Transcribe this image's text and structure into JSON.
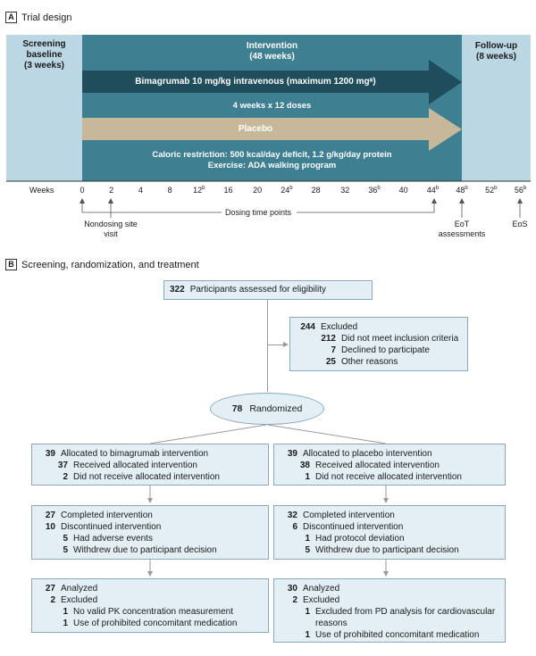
{
  "panel_a": {
    "label_letter": "A",
    "label_text": "Trial design",
    "screening": {
      "title": "Screening baseline",
      "duration": "(3 weeks)"
    },
    "intervention": {
      "title": "Intervention",
      "duration": "(48 weeks)"
    },
    "followup": {
      "title": "Follow-up",
      "duration": "(8 weeks)"
    },
    "drug_arrow": "Bimagrumab 10 mg/kg intravenous (maximum 1200 mgᵃ)",
    "doses_text": "4 weeks x 12 doses",
    "placebo_arrow": "Placebo",
    "caloric_line1": "Caloric restriction: 500 kcal/day deficit, 1.2 g/kg/day protein",
    "caloric_line2": "Exercise: ADA walking program",
    "weeks_label": "Weeks",
    "weeks": [
      {
        "v": "0",
        "sup": ""
      },
      {
        "v": "2",
        "sup": ""
      },
      {
        "v": "4",
        "sup": ""
      },
      {
        "v": "8",
        "sup": ""
      },
      {
        "v": "12",
        "sup": "b"
      },
      {
        "v": "16",
        "sup": ""
      },
      {
        "v": "20",
        "sup": ""
      },
      {
        "v": "24",
        "sup": "b"
      },
      {
        "v": "28",
        "sup": ""
      },
      {
        "v": "32",
        "sup": ""
      },
      {
        "v": "36",
        "sup": "b"
      },
      {
        "v": "40",
        "sup": ""
      },
      {
        "v": "44",
        "sup": "b"
      },
      {
        "v": "48",
        "sup": "b"
      },
      {
        "v": "52",
        "sup": "b"
      },
      {
        "v": "56",
        "sup": "b"
      }
    ],
    "dosing_label": "Dosing time points",
    "nondosing_label": "Nondosing site visit",
    "eot_label": "EoT assessments",
    "eos_label": "EoS"
  },
  "panel_b": {
    "label_letter": "B",
    "label_text": "Screening, randomization, and treatment",
    "assessed": {
      "n": "322",
      "text": "Participants assessed for eligibility"
    },
    "excluded": {
      "n": "244",
      "text": "Excluded",
      "items": [
        {
          "n": "212",
          "text": "Did not meet inclusion criteria"
        },
        {
          "n": "7",
          "text": "Declined to participate"
        },
        {
          "n": "25",
          "text": "Other reasons"
        }
      ]
    },
    "randomized": {
      "n": "78",
      "text": "Randomized"
    },
    "left": {
      "alloc": {
        "n": "39",
        "text": "Allocated to bimagrumab intervention",
        "items": [
          {
            "n": "37",
            "text": "Received allocated intervention"
          },
          {
            "n": "2",
            "text": "Did not receive allocated intervention"
          }
        ]
      },
      "completion": {
        "rows": [
          {
            "n": "27",
            "text": "Completed intervention"
          },
          {
            "n": "10",
            "text": "Discontinued intervention"
          }
        ],
        "items": [
          {
            "n": "5",
            "text": "Had adverse events"
          },
          {
            "n": "5",
            "text": "Withdrew due to participant decision"
          }
        ]
      },
      "analysis": {
        "rows": [
          {
            "n": "27",
            "text": "Analyzed"
          },
          {
            "n": "2",
            "text": "Excluded"
          }
        ],
        "items": [
          {
            "n": "1",
            "text": "No valid PK concentration measurement"
          },
          {
            "n": "1",
            "text": "Use of prohibited concomitant medication"
          }
        ]
      }
    },
    "right": {
      "alloc": {
        "n": "39",
        "text": "Allocated to placebo intervention",
        "items": [
          {
            "n": "38",
            "text": "Received allocated intervention"
          },
          {
            "n": "1",
            "text": "Did not receive allocated intervention"
          }
        ]
      },
      "completion": {
        "rows": [
          {
            "n": "32",
            "text": "Completed intervention"
          },
          {
            "n": "6",
            "text": "Discontinued intervention"
          }
        ],
        "items": [
          {
            "n": "1",
            "text": "Had protocol deviation"
          },
          {
            "n": "5",
            "text": "Withdrew due to participant decision"
          }
        ]
      },
      "analysis": {
        "rows": [
          {
            "n": "30",
            "text": "Analyzed"
          },
          {
            "n": "2",
            "text": "Excluded"
          }
        ],
        "items": [
          {
            "n": "1",
            "text": "Excluded from PD analysis for cardiovascular reasons"
          },
          {
            "n": "1",
            "text": "Use of prohibited concomitant medication"
          }
        ]
      }
    }
  }
}
